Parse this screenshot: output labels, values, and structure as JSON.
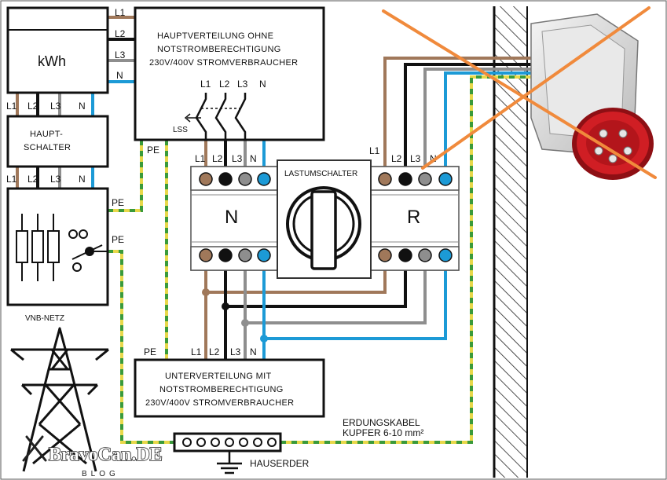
{
  "meter": {
    "label": "kWh",
    "phases": [
      "L1",
      "L2",
      "L3",
      "N"
    ]
  },
  "main_switch": {
    "line1": "HAUPT-",
    "line2": "SCHALTER",
    "phases_top": [
      "L1",
      "L2",
      "L3",
      "N"
    ],
    "phases_bottom": [
      "L1",
      "L2",
      "L3",
      "N"
    ]
  },
  "grid_box": {
    "label": "VNB-NETZ",
    "pe_top": "PE",
    "pe_mid": "PE"
  },
  "main_dist": {
    "line1": "HAUPTVERTEILUNG   OHNE",
    "line2": "NOTSTROMBERECHTIGUNG",
    "line3": "230V/400V  STROMVERBRAUCHER",
    "breaker": "LSS",
    "phases": [
      "L1",
      "L2",
      "L3",
      "N"
    ],
    "pe": "PE"
  },
  "transfer_switch": {
    "title": "LASTUMSCHALTER",
    "left_label": "N",
    "right_label": "R",
    "left_phases": [
      "L1",
      "L2",
      "L3",
      "N"
    ],
    "right_phases": [
      "L1",
      "L2",
      "L3",
      "N"
    ]
  },
  "sub_dist": {
    "line1": "UNTERVERTEILUNG  MIT",
    "line2": "NOTSTROMBERECHTIGUNG",
    "line3": "230V/400V  STROMVERBRAUCHER",
    "phases": [
      "L1",
      "L2",
      "L3",
      "N"
    ],
    "pe": "PE"
  },
  "ground": {
    "cable_line1": "ERDUNGSKABEL",
    "cable_line2": "KUPFER   6-10 mm²",
    "earth_label": "HAUSERDER"
  },
  "watermark": {
    "brand": "BravoCan.DE",
    "sub": "BLOG"
  },
  "colors": {
    "l1_brown": "#a0785a",
    "l2_black": "#111111",
    "l3_grey": "#8e8e8e",
    "n_blue": "#1c9ad6",
    "pe_yellow": "#e8d84a",
    "pe_green": "#3a9a3a",
    "cross_orange": "#f08a3c",
    "plug_red": "#d01e24"
  }
}
